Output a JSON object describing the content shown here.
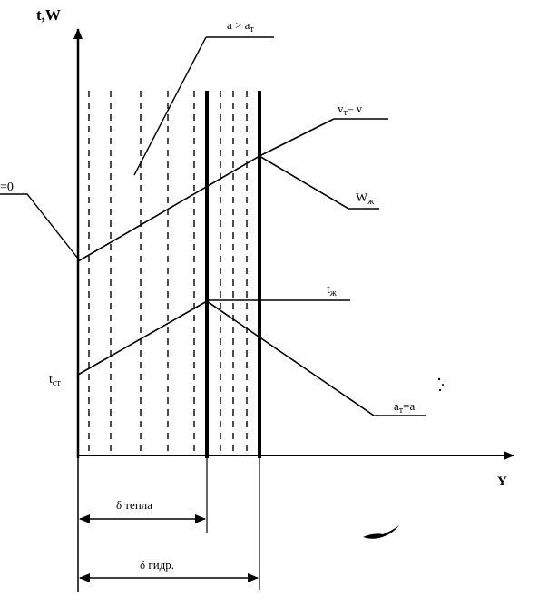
{
  "diagram": {
    "axes": {
      "y_axis_label": "t,W",
      "x_axis_label": "Y"
    },
    "labels": {
      "a_gt_aT": "a > a",
      "a_gt_aT_sub": "т",
      "vT_minus_v": "v",
      "vT_minus_v_sub": "т",
      "vT_minus_v_tail": "– v",
      "zero_left": "=0",
      "W_liquid": "W",
      "W_liquid_sub": "ж",
      "t_liquid": "t",
      "t_liquid_sub": "ж",
      "t_wall": "t",
      "t_wall_sub": "ст",
      "aT_eq_a": "a",
      "aT_eq_a_sub": "т",
      "aT_eq_a_tail": "=a"
    },
    "dimensions": {
      "delta_heat": "δ тепла",
      "delta_hydro": "δ гидр."
    },
    "colors": {
      "ink": "#000000",
      "background": "#ffffff"
    }
  }
}
